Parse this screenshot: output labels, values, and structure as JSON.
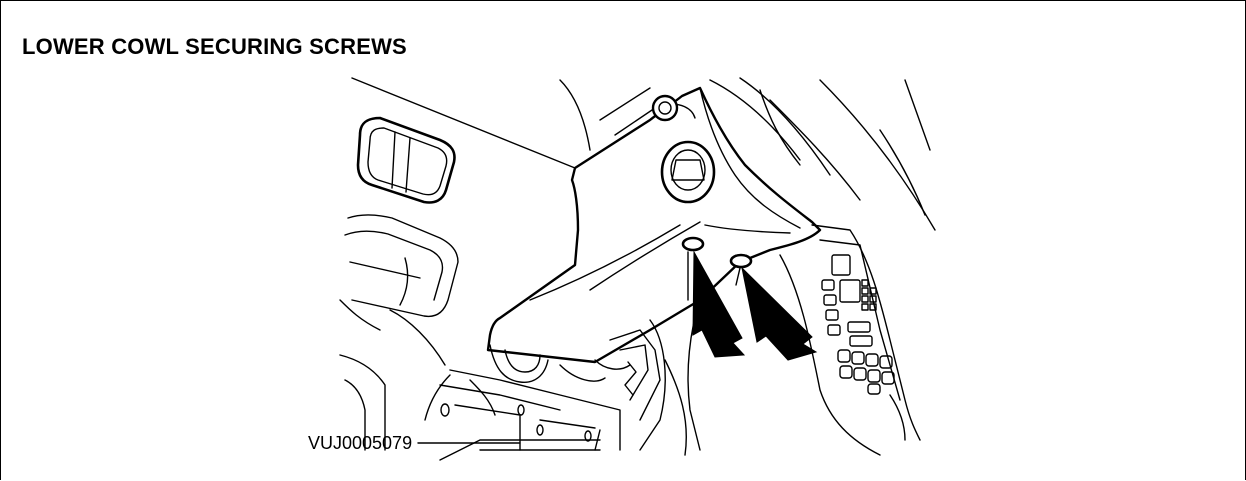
{
  "figure": {
    "title": "LOWER COWL SECURING SCREWS",
    "reference_code": "VUJ0005079"
  },
  "illustration": {
    "subject": "lower cowl panel",
    "callouts": [
      {
        "name": "screw-arrow-left",
        "target": "left securing screw"
      },
      {
        "name": "screw-arrow-right",
        "target": "right securing screw"
      }
    ]
  }
}
